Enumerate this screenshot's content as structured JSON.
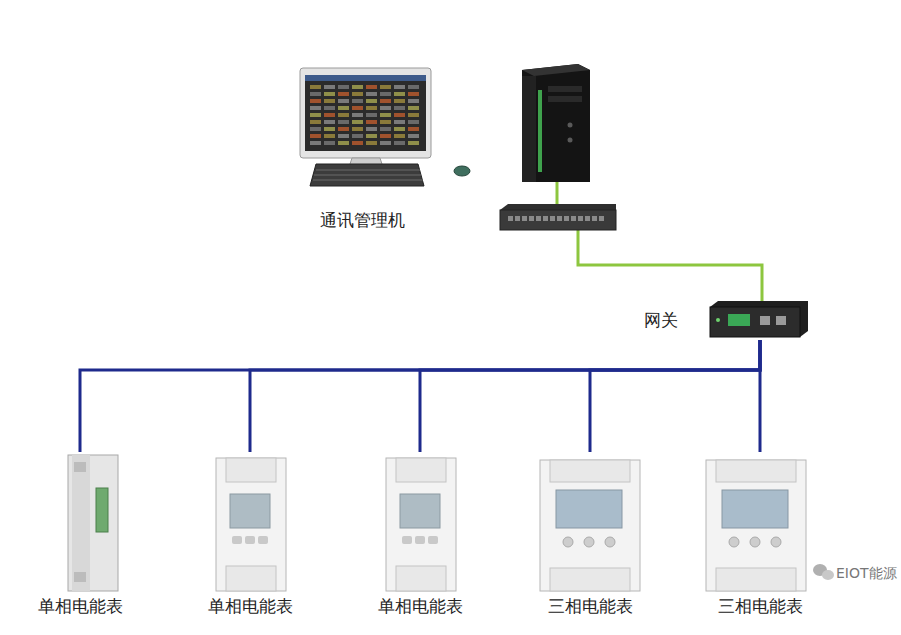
{
  "diagram": {
    "nodes": [
      {
        "text": [
          "通讯管理机"
        ]
      },
      {
        "text": [
          "网关"
        ]
      },
      {
        "text": [
          "单相电能表"
        ]
      },
      {
        "text": [
          "单相电能表"
        ]
      },
      {
        "text": [
          "单相电能表"
        ]
      },
      {
        "text": [
          "三相电能表"
        ]
      },
      {
        "text": [
          "三相电能表"
        ]
      }
    ],
    "edges": [
      {
        "from": 1,
        "to": 2,
        "arrow": "none"
      },
      {
        "from": 1,
        "to": 3,
        "arrow": "none"
      },
      {
        "from": 1,
        "to": 4,
        "arrow": "none"
      },
      {
        "from": 1,
        "to": 5,
        "arrow": "none"
      },
      {
        "from": 1,
        "to": 6,
        "arrow": "none"
      }
    ],
    "labels": [
      "EIOT能源"
    ]
  }
}
